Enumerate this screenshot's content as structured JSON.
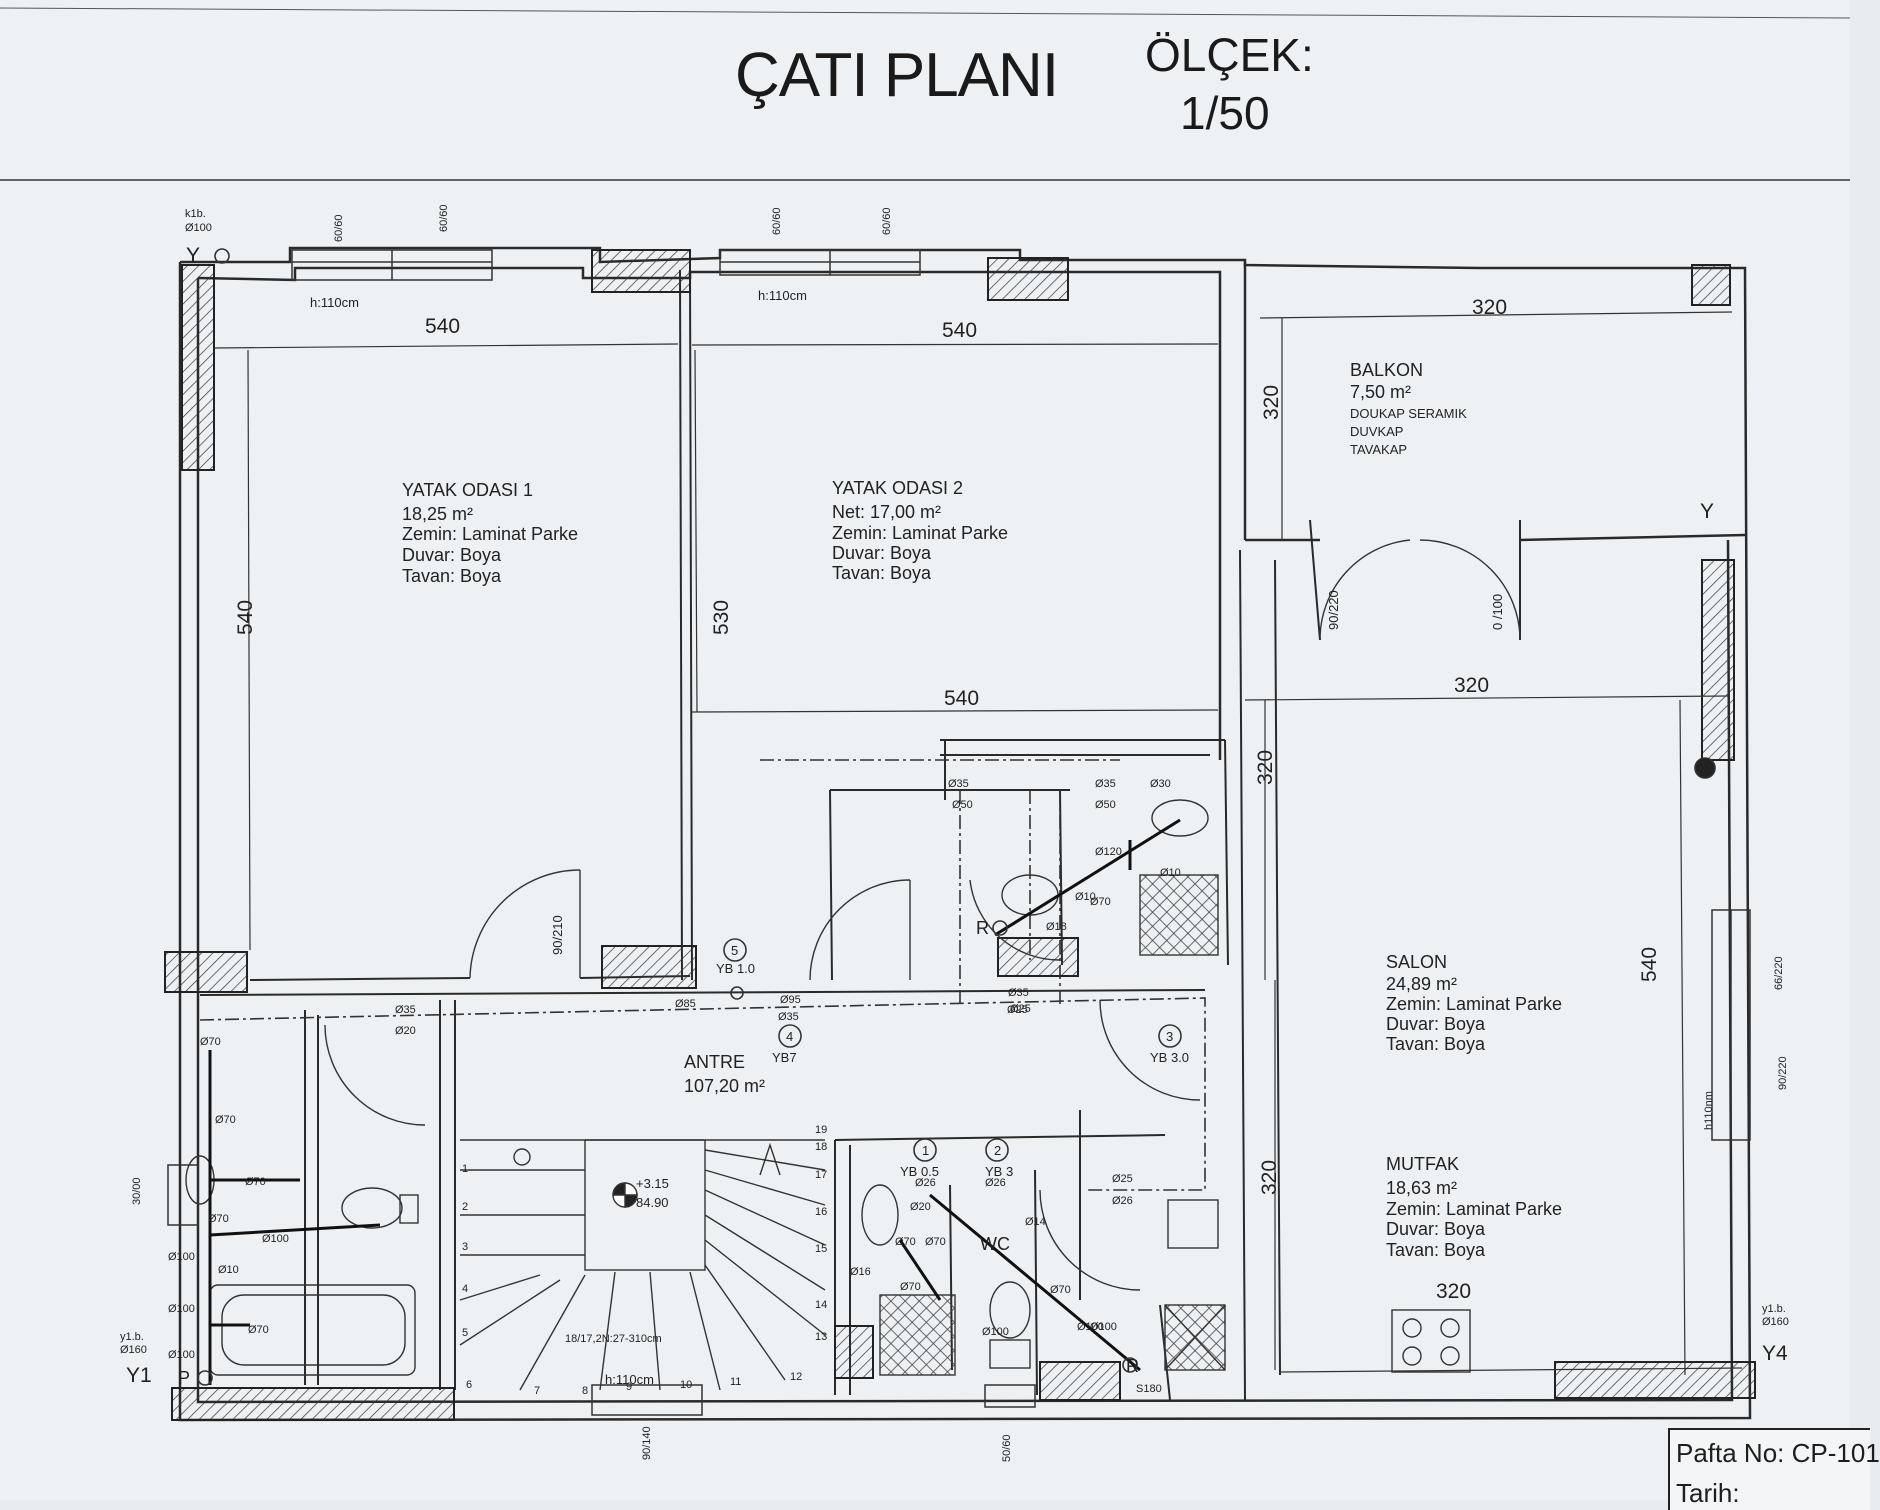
{
  "sheet": {
    "title": "ÇATI PLANI",
    "scale_label": "ÖLÇEK:",
    "scale_value": "1/50",
    "pafta_no": "Pafta No: CP-101",
    "tarih": "Tarih:"
  },
  "rooms": {
    "yatak1": {
      "name": "YATAK ODASI 1",
      "area": "18,25 m²",
      "floor": "Zemin: Laminat Parke",
      "wall": "Duvar: Boya",
      "ceiling": "Tavan: Boya"
    },
    "yatak2": {
      "name": "YATAK ODASI 2",
      "area": "Net: 17,00 m²",
      "floor": "Zemin: Laminat Parke",
      "wall": "Duvar: Boya",
      "ceiling": "Tavan: Boya"
    },
    "balkon": {
      "name": "BALKON",
      "area": "7,50 m²",
      "floor": "DOUKAP SERAMIK",
      "wall": "DUVKAP",
      "ceiling": "TAVAKAP"
    },
    "salon": {
      "name": "SALON",
      "area": "24,89 m²",
      "floor": "Zemin: Laminat Parke",
      "wall": "Duvar: Boya",
      "ceiling": "Tavan: Boya"
    },
    "mutfak": {
      "name": "MUTFAK",
      "area": "18,63 m²",
      "floor": "Zemin: Laminat Parke",
      "wall": "Duvar: Boya",
      "ceiling": "Tavan: Boya"
    },
    "antre": {
      "name": "ANTRE",
      "area": "107,20 m²"
    },
    "wc": {
      "name": "WC"
    }
  },
  "dimensions": {
    "d540a": "540",
    "d540b": "540",
    "d540c": "540",
    "d540d": "540",
    "d530": "530",
    "d540e": "540",
    "d320a": "320",
    "d320b": "320",
    "d320c": "320",
    "d320d": "320",
    "d320e": "320",
    "d320f": "320"
  },
  "annotations": {
    "h110a": "h:110cm",
    "h110b": "h:110cm",
    "h110c": "h:110cm",
    "h110v": "h110nm",
    "door90_210": "90/210",
    "door90_220": "90/220",
    "door_100": "0 /100",
    "stair_level": "+3.15",
    "stair_level2": "84.90",
    "stair_note": "18/17,2N:27-310cm",
    "yb10": "YB 1.0",
    "yb7": "YB7",
    "yb30": "YB 3.0",
    "yb05": "YB 0.5",
    "yb3": "YB 3",
    "c1": "1",
    "c2": "2",
    "c3": "3",
    "c4": "4",
    "c5": "5",
    "lb_tl": "k1b.",
    "lb_tl2": "Ø100",
    "lb_bl": "y1.b.",
    "lb_bl2": "Ø160",
    "lb_br": "y1.b.",
    "lb_br2": "Ø160",
    "y_tl": "Y",
    "y_bl": "Y1",
    "y_br": "Y4",
    "y_r": "Y",
    "p_label": "P",
    "r_label": "R",
    "r2_label": "R",
    "s180": "S180",
    "pipes": [
      "Ø70",
      "Ø70",
      "Ø70",
      "Ø70",
      "Ø100",
      "Ø10",
      "Ø100",
      "Ø100",
      "Ø100",
      "Ø70",
      "Ø20",
      "Ø26",
      "Ø26",
      "Ø25",
      "Ø26",
      "Ø70",
      "Ø70",
      "Ø70",
      "Ø100",
      "Ø100",
      "Ø16",
      "Ø14",
      "Ø100",
      "Ø70",
      "Ø10",
      "Ø50",
      "Ø50",
      "Ø35",
      "Ø35",
      "Ø30",
      "Ø35",
      "Ø20",
      "Ø85",
      "Ø25",
      "Ø35",
      "Ø95",
      "Ø35",
      "Ø25",
      "Ø120",
      "Ø10",
      "Ø70",
      "Ø18"
    ],
    "windows": [
      "60/60",
      "60/60",
      "60/60",
      "60/60",
      "66/220",
      "90/220",
      "90/140",
      "50/60",
      "30/00"
    ],
    "steps": [
      "1",
      "2",
      "3",
      "4",
      "5",
      "6",
      "7",
      "8",
      "9",
      "10",
      "11",
      "12",
      "13",
      "14",
      "15",
      "16",
      "17",
      "18",
      "19"
    ]
  }
}
